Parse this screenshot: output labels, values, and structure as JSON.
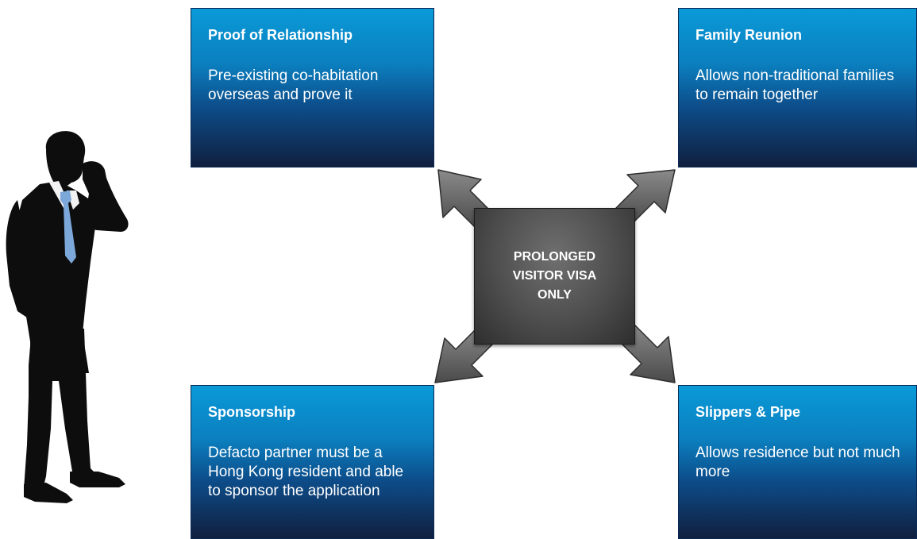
{
  "center": {
    "label": "PROLONGED\nVISITOR VISA\nONLY"
  },
  "boxes": {
    "top_left": {
      "title": "Proof of Relationship",
      "body": "Pre-existing  co-habitation overseas and prove it"
    },
    "top_right": {
      "title": "Family Reunion",
      "body": "Allows non-traditional families to remain together"
    },
    "bottom_left": {
      "title": "Sponsorship",
      "body": "Defacto partner must be a Hong Kong resident and able to sponsor the application"
    },
    "bottom_right": {
      "title": "Slippers & Pipe",
      "body": "Allows residence but not much more"
    }
  },
  "colors": {
    "box_top": "#0a9ad8",
    "box_bottom": "#101f3f",
    "center_box": "#4d4d4d",
    "tie": "#7ba7d9"
  }
}
